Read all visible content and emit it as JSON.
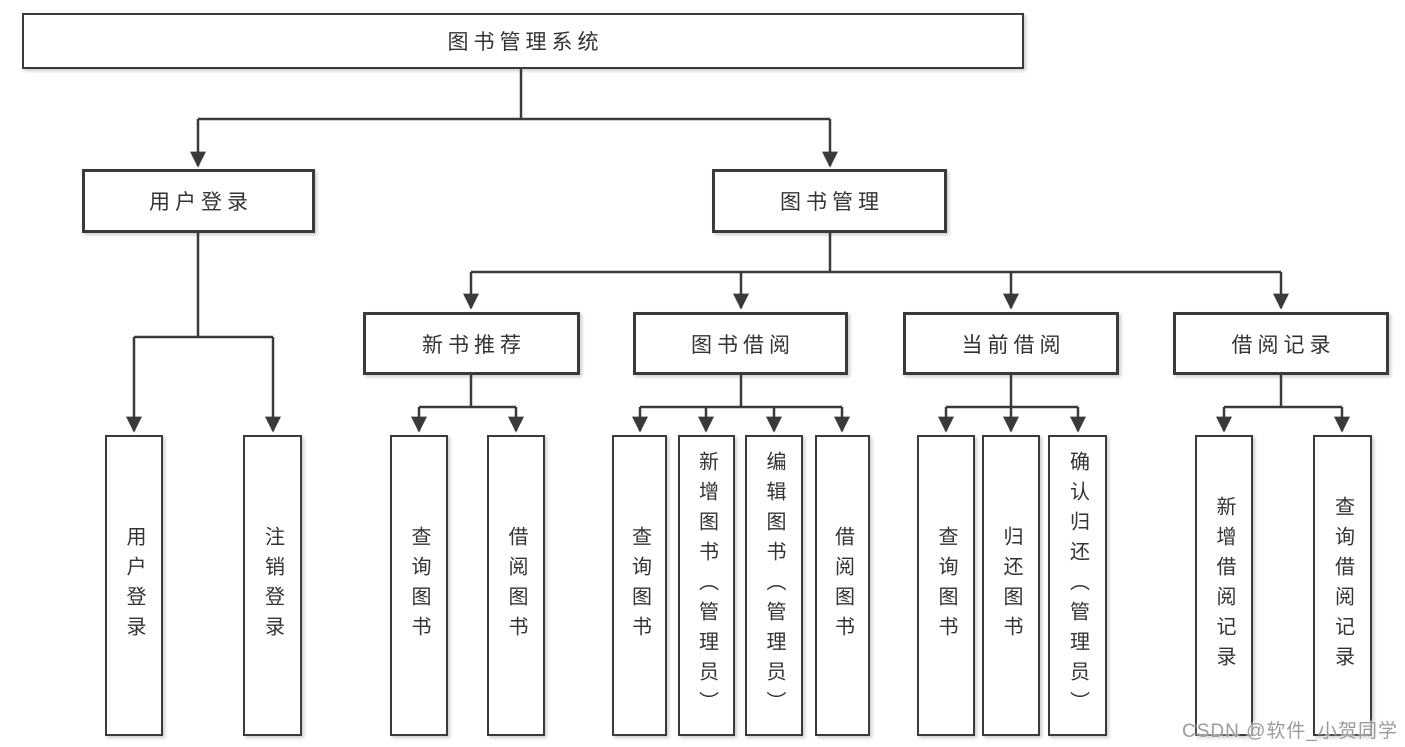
{
  "diagram": {
    "tree": {
      "label": "图书管理系统",
      "children": [
        {
          "label": "用户登录",
          "children": [
            {
              "label": "用户登录"
            },
            {
              "label": "注销登录"
            }
          ]
        },
        {
          "label": "图书管理",
          "children": [
            {
              "label": "新书推荐",
              "children": [
                {
                  "label": "查询图书"
                },
                {
                  "label": "借阅图书"
                }
              ]
            },
            {
              "label": "图书借阅",
              "children": [
                {
                  "label": "查询图书"
                },
                {
                  "label": "新增图书（管理员）"
                },
                {
                  "label": "编辑图书（管理员）"
                },
                {
                  "label": "借阅图书"
                }
              ]
            },
            {
              "label": "当前借阅",
              "children": [
                {
                  "label": "查询图书"
                },
                {
                  "label": "归还图书"
                },
                {
                  "label": "确认归还（管理员）"
                }
              ]
            },
            {
              "label": "借阅记录",
              "children": [
                {
                  "label": "新增借阅记录"
                },
                {
                  "label": "查询借阅记录"
                }
              ]
            }
          ]
        }
      ]
    }
  },
  "watermark": "CSDN @软件_小贺同学",
  "colors": {
    "line": "#3a3a3a",
    "box_border": "#3a3a3a",
    "text": "#333333",
    "watermark": "#9b9b9b",
    "background": "#ffffff"
  }
}
